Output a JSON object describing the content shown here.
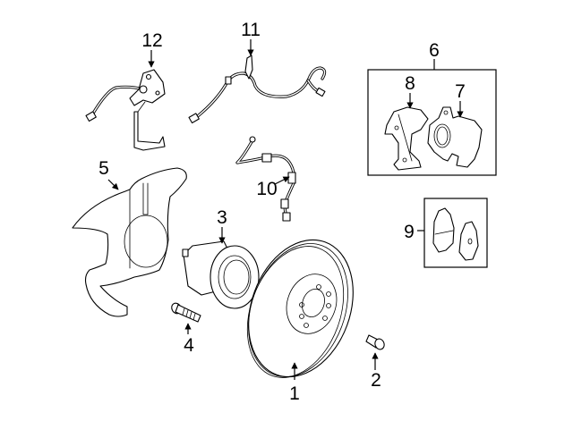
{
  "diagram": {
    "title": "Front brake components exploded view",
    "callouts": [
      {
        "number": "1",
        "part": "rotor"
      },
      {
        "number": "2",
        "part": "rotor-screw"
      },
      {
        "number": "3",
        "part": "hub-bearing"
      },
      {
        "number": "4",
        "part": "hub-bolt"
      },
      {
        "number": "5",
        "part": "splash-shield"
      },
      {
        "number": "6",
        "part": "caliper-assembly"
      },
      {
        "number": "7",
        "part": "caliper"
      },
      {
        "number": "8",
        "part": "caliper-support"
      },
      {
        "number": "9",
        "part": "brake-pads"
      },
      {
        "number": "10",
        "part": "abs-sensor"
      },
      {
        "number": "11",
        "part": "abs-sensor-harness"
      },
      {
        "number": "12",
        "part": "height-sensor"
      }
    ]
  }
}
